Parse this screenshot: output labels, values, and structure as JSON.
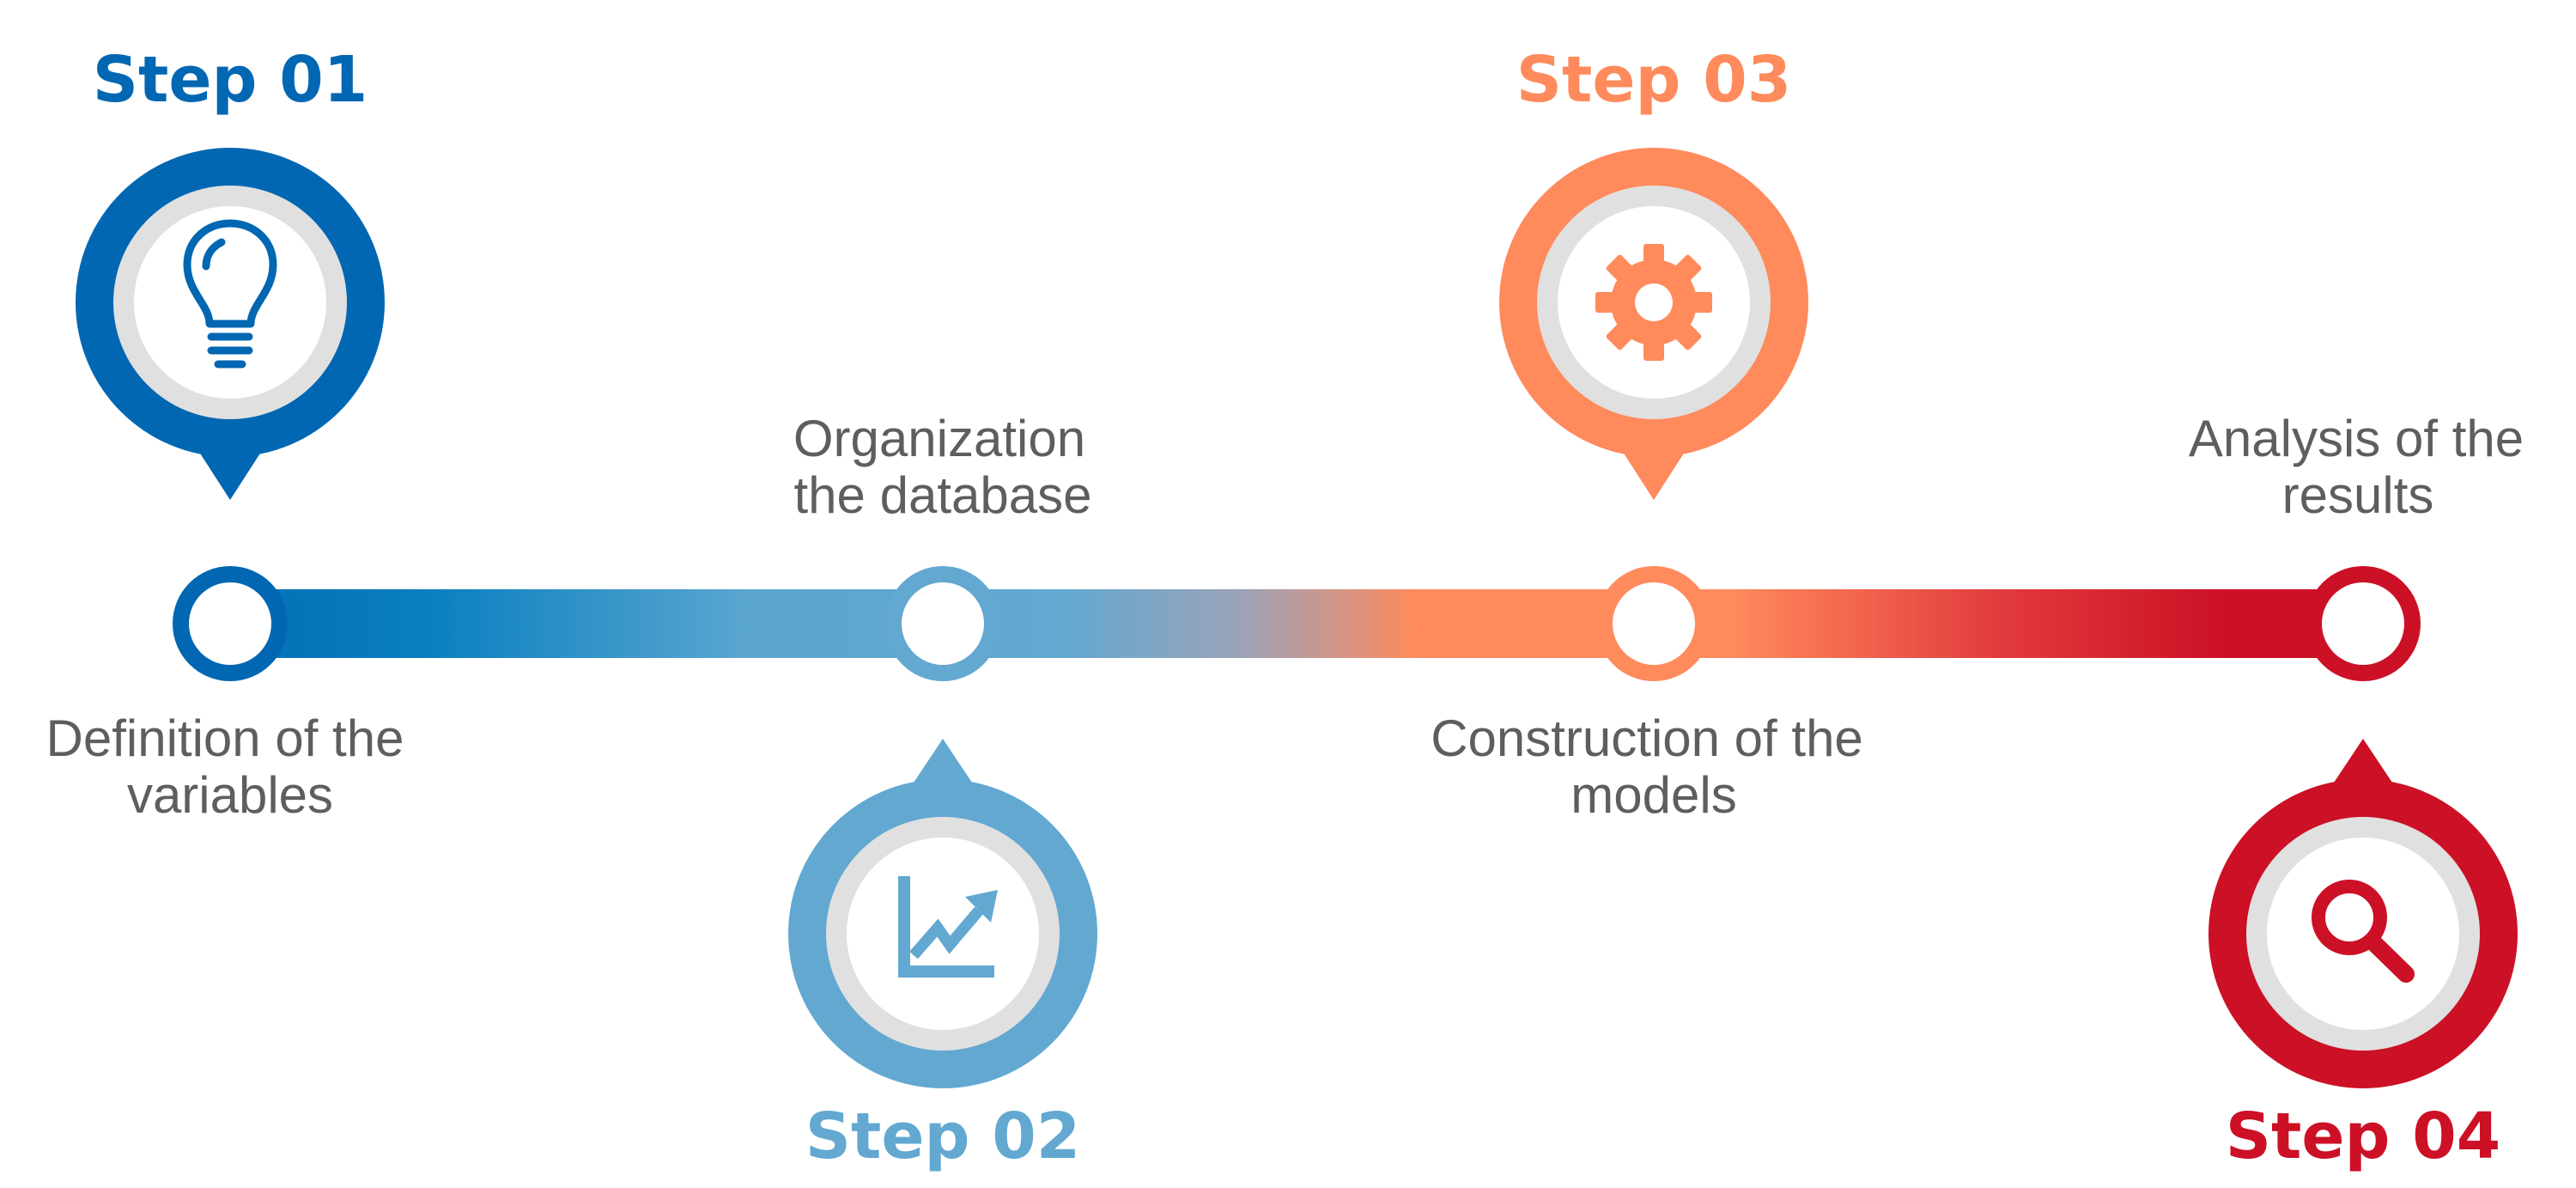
{
  "colors": {
    "step1": "#0267b2",
    "step2": "#62a8d1",
    "step3": "#ff8a5c",
    "step4": "#cc1025",
    "text": "#5e5e5e",
    "inner_ring": "#e0e0e0"
  },
  "steps": [
    {
      "title": "Step 01",
      "lines": [
        "Definition of the",
        "variables"
      ],
      "icon": "lightbulb-icon"
    },
    {
      "title": "Step 02",
      "lines": [
        "Organization",
        "the database"
      ],
      "icon": "growth-chart-icon"
    },
    {
      "title": "Step 03",
      "lines": [
        "Construction of the",
        "models"
      ],
      "icon": "gear-icon"
    },
    {
      "title": "Step 04",
      "lines": [
        "Analysis of the",
        "results"
      ],
      "icon": "magnifier-icon"
    }
  ]
}
